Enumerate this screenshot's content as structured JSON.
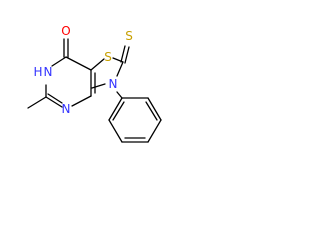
{
  "molecule": {
    "atoms": {
      "oxygen_carbonyl": "O",
      "sulfur_ring": "S",
      "sulfur_thione": "S",
      "nitrogen_thiazole": "N",
      "nitrogen_nh": "N",
      "hydrogen_nh": "H",
      "nitrogen_pyrimidine": "N"
    }
  },
  "colors": {
    "bond": "#000000",
    "oxygen": "#ff0000",
    "nitrogen": "#3333ff",
    "sulfur": "#c8a000"
  }
}
